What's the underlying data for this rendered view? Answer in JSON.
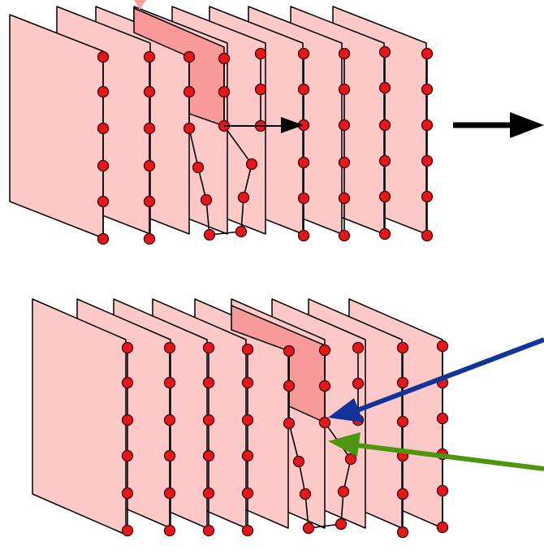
{
  "diagram": {
    "colors": {
      "sheet_fill": "#fdc8c8",
      "highlight_fill": "#f99a9a",
      "node_fill": "#e8151b",
      "edge": "#000000",
      "step_arrow": "#000000",
      "blue_arrow": "#12349a",
      "green_arrow": "#4e9612"
    },
    "panels": [
      {
        "id": "top",
        "sheets": 9,
        "highlighted_sheet": 3,
        "rows_per_column": 6
      },
      {
        "id": "bottom",
        "sheets": 9,
        "highlighted_sheet": 5,
        "rows_per_column": 6
      }
    ],
    "arrows": [
      {
        "id": "step-arrow",
        "panel": "top",
        "color": "black"
      },
      {
        "id": "transition-arrow",
        "panel": "top",
        "color": "black"
      },
      {
        "id": "blue-pointer-arrow",
        "panel": "bottom",
        "color": "blue"
      },
      {
        "id": "green-pointer-arrow",
        "panel": "bottom",
        "color": "green"
      }
    ]
  }
}
